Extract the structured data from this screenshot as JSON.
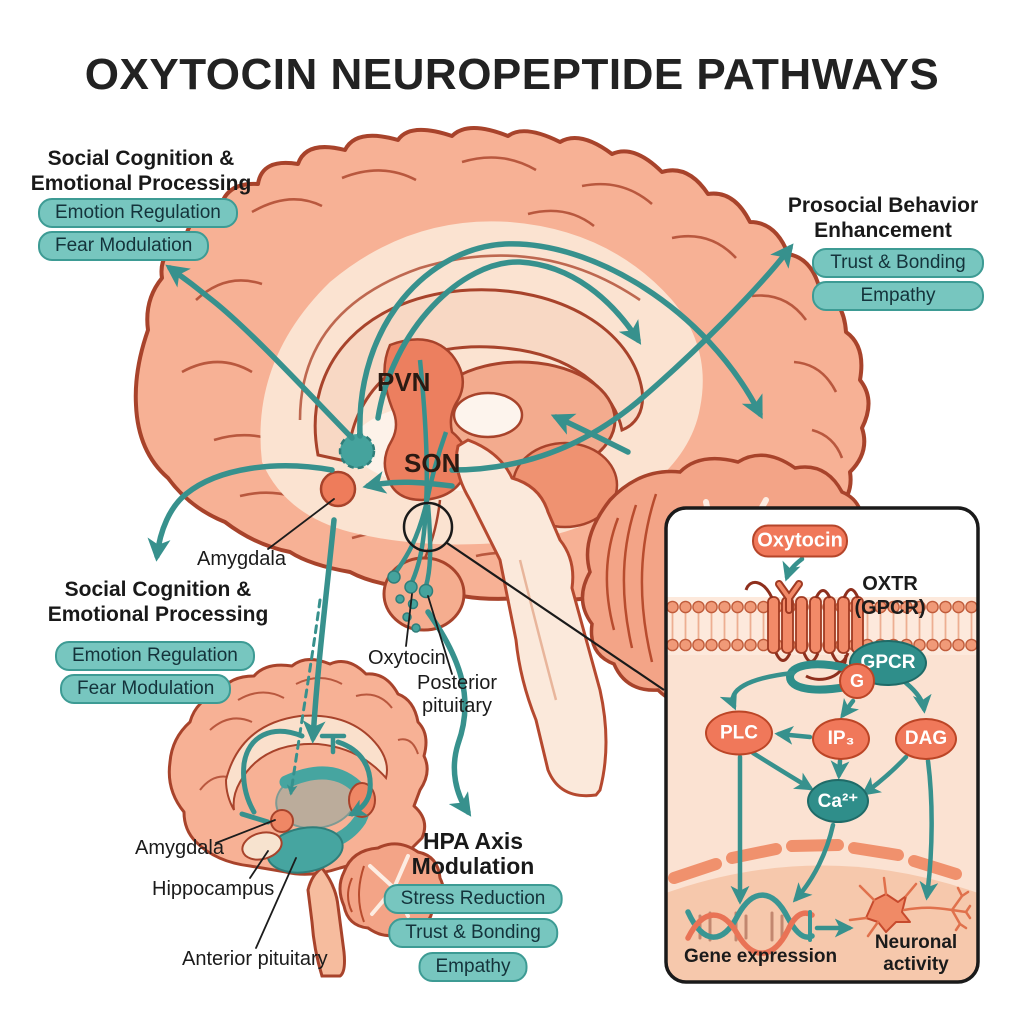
{
  "title": "OXYTOCIN NEUROPEPTIDE PATHWAYS",
  "groups": {
    "top_left": {
      "heading": "Social Cognition &\nEmotional Processing",
      "badges": [
        "Emotion Regulation",
        "Fear Modulation"
      ]
    },
    "top_right": {
      "heading": "Prosocial Behavior\nEnhancement",
      "badges": [
        "Trust & Bonding",
        "Empathy"
      ]
    },
    "mid_left": {
      "heading": "Social Cognition &\nEmotional Processing",
      "badges": [
        "Emotion Regulation",
        "Fear Modulation"
      ]
    },
    "hpa": {
      "heading": "HPA Axis\nModulation",
      "badges": [
        "Stress Reduction",
        "Trust & Bonding",
        "Empathy"
      ]
    }
  },
  "brain": {
    "pvn": "PVN",
    "son": "SON",
    "amygdala": "Amygdala",
    "oxytocin": "Oxytocin",
    "posterior_pituitary": "Posterior\npituitary",
    "small_amygdala": "Amygdala",
    "hippocampus": "Hippocampus",
    "anterior_pituitary": "Anterior pituitary"
  },
  "inset": {
    "ligand": "Oxytocin",
    "receptor": "OXTR\n(GPCR)",
    "nodes": {
      "gpcr": "GPCR",
      "g": "G",
      "plc": "PLC",
      "ip3": "IP₃",
      "dag": "DAG",
      "ca": "Ca²⁺"
    },
    "gene": "Gene expression",
    "neuron": "Neuronal\nactivity"
  },
  "colors": {
    "teal_arrow": "#37918D",
    "teal_structure": "#45A39D",
    "badge_fill": "#77C6BF",
    "badge_border": "#3D9B94",
    "brain_fill": "#F7B195",
    "brain_outline": "#A8432B",
    "deep_nucleus_fill": "#EC7F5F",
    "salmon_node_fill": "#F0785A",
    "teal_node_fill": "#2F8E8A",
    "cytoplasm_fill": "#FBE2D2",
    "nucleus_fill": "#F6C8AC",
    "title_text": "#222222"
  },
  "icons": [
    "magnifier-circle",
    "dna-helix",
    "neuron-icon",
    "oxtr-receptor",
    "lipid-bilayer-membrane"
  ]
}
